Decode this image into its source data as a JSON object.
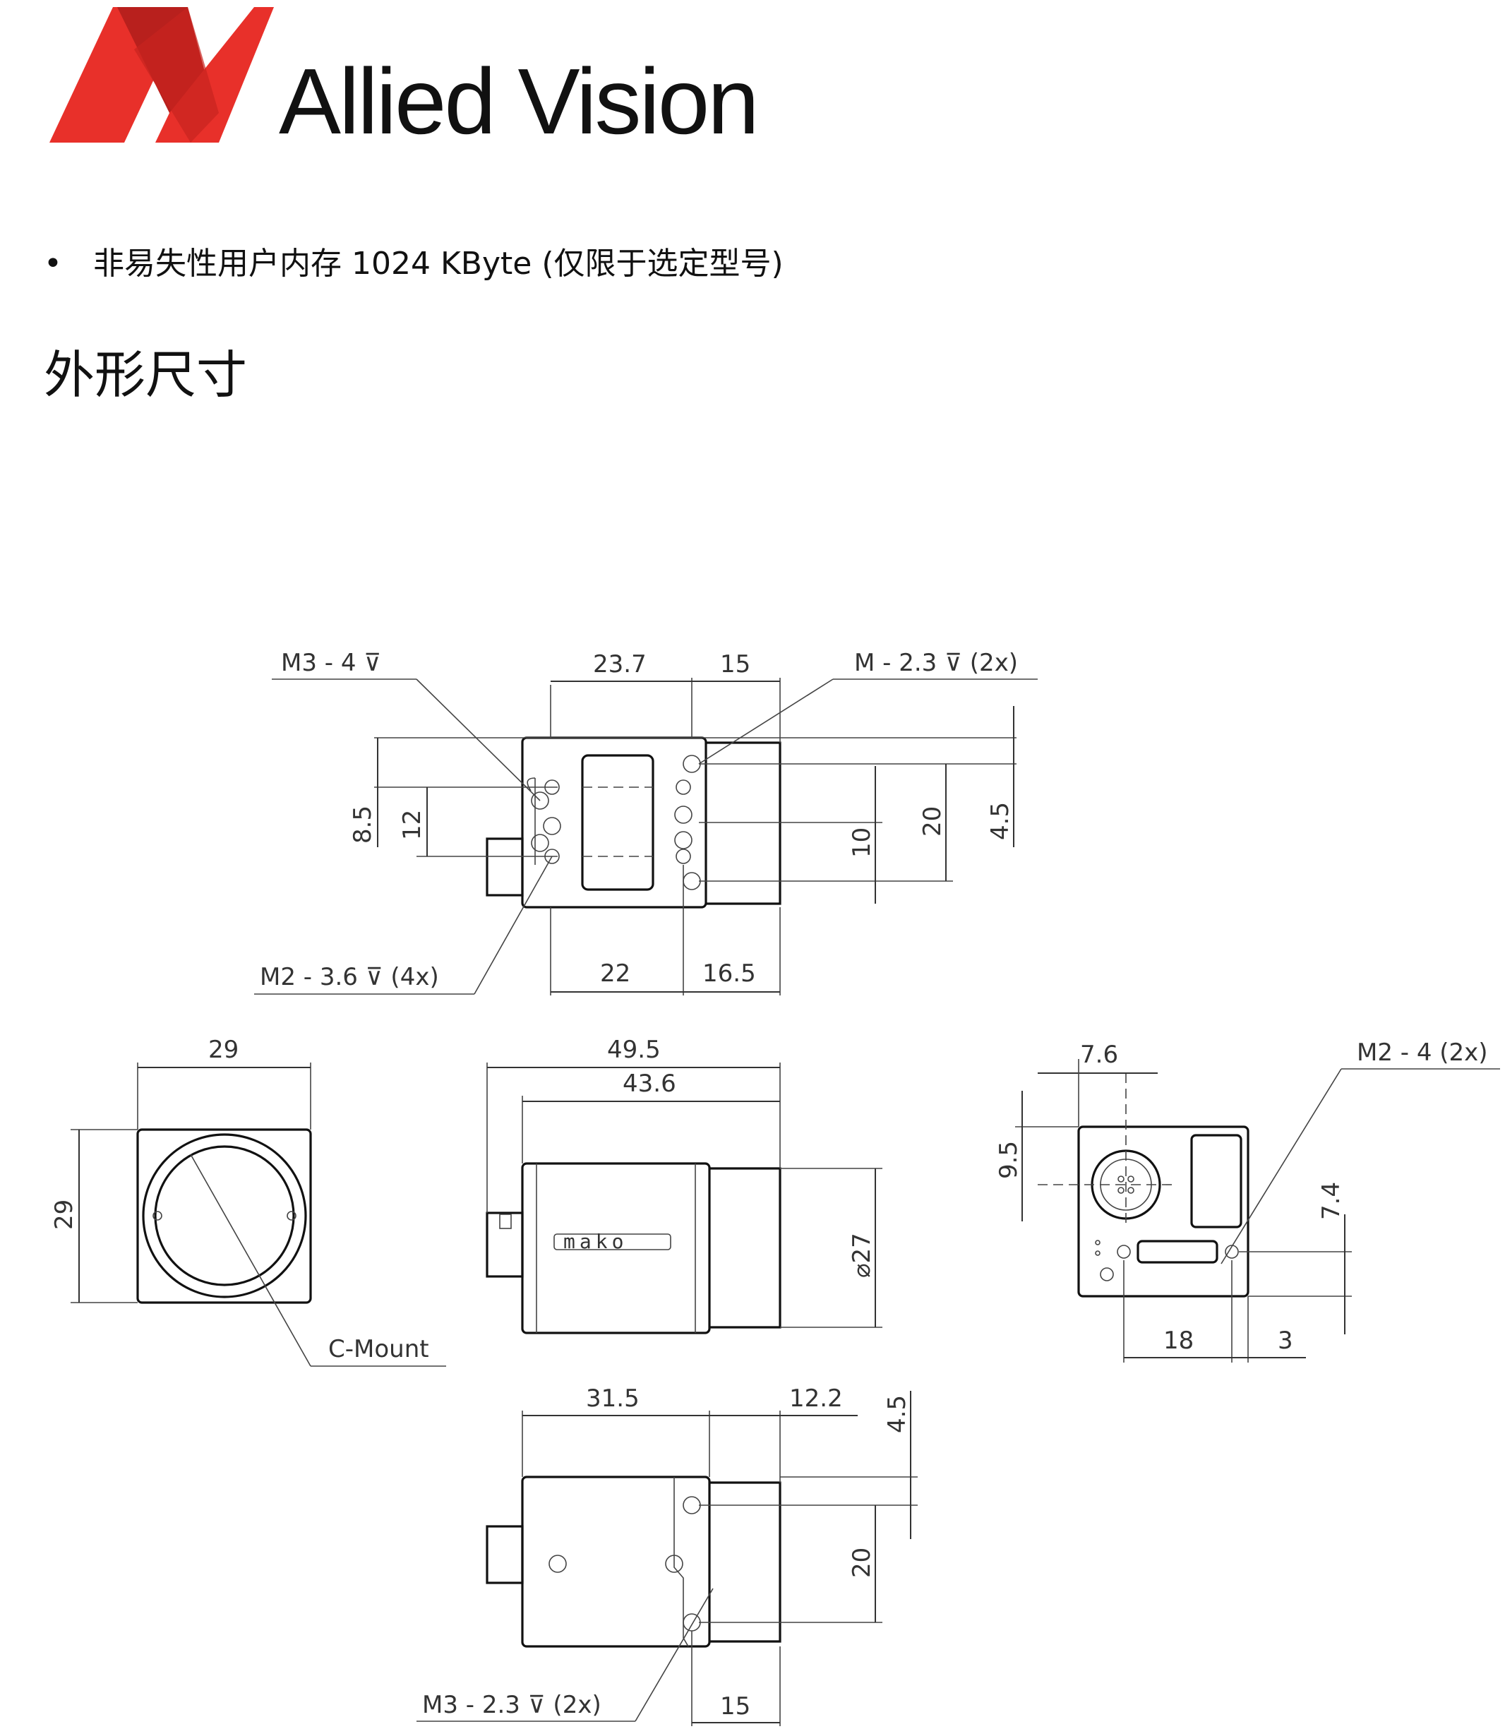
{
  "brand": {
    "name": "Allied Vision",
    "logo_color": "#e8302a",
    "logo_dark": "#a11c1a"
  },
  "bullets": [
    {
      "text": "非易失性用户内存 1024 KByte (仅限于选定型号)"
    }
  ],
  "section_title": "外形尺寸",
  "drawing": {
    "top_view": {
      "callout_m3": "M3 - 4 ⊽",
      "callout_m": "M - 2.3 ⊽ (2x)",
      "callout_m2": "M2 - 3.6 ⊽ (4x)",
      "dim_23_7": "23.7",
      "dim_15": "15",
      "dim_8_5": "8.5",
      "dim_12": "12",
      "dim_10": "10",
      "dim_20": "20",
      "dim_4_5": "4.5",
      "dim_22": "22",
      "dim_16_5": "16.5"
    },
    "front_view": {
      "dim_w": "29",
      "dim_h": "29",
      "mount": "C-Mount"
    },
    "side_view": {
      "dim_49_5": "49.5",
      "dim_43_6": "43.6",
      "dim_dia": "⌀27",
      "label": "mako"
    },
    "rear_view": {
      "dim_7_6": "7.6",
      "callout": "M2 - 4 (2x)",
      "dim_9_5": "9.5",
      "dim_7_4": "7.4",
      "dim_18": "18",
      "dim_3": "3"
    },
    "bottom_view": {
      "dim_31_5": "31.5",
      "dim_12_2": "12.2",
      "dim_4_5": "4.5",
      "dim_20": "20",
      "callout": "M3 - 2.3 ⊽ (2x)",
      "dim_15": "15"
    }
  }
}
